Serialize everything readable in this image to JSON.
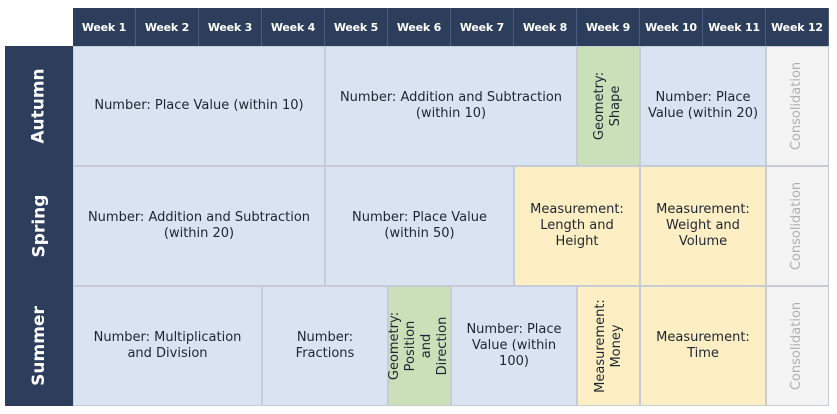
{
  "weeks": [
    "Week 1",
    "Week 2",
    "Week 3",
    "Week 4",
    "Week 5",
    "Week 6",
    "Week 7",
    "Week 8",
    "Week 9",
    "Week 10",
    "Week 11",
    "Week 12"
  ],
  "terms": [
    {
      "name": "Autumn",
      "blocks": [
        {
          "label": "Number: Place Value (within 10)",
          "weeks": 4,
          "color": "blue",
          "vertical": false
        },
        {
          "label": "Number: Addition and Subtraction (within 10)",
          "weeks": 4,
          "color": "blue",
          "vertical": false
        },
        {
          "label": "Geometry: Shape",
          "weeks": 1,
          "color": "green",
          "vertical": true
        },
        {
          "label": "Number: Place Value (within 20)",
          "weeks": 2,
          "color": "blue",
          "vertical": false
        },
        {
          "label": "Consolidation",
          "weeks": 1,
          "color": "grey",
          "vertical": true
        }
      ]
    },
    {
      "name": "Spring",
      "blocks": [
        {
          "label": "Number: Addition and Subtraction (within 20)",
          "weeks": 4,
          "color": "blue",
          "vertical": false
        },
        {
          "label": "Number: Place Value (within 50)",
          "weeks": 3,
          "color": "blue",
          "vertical": false
        },
        {
          "label": "Measurement: Length and Height",
          "weeks": 2,
          "color": "yellow",
          "vertical": false
        },
        {
          "label": "Measurement: Weight and Volume",
          "weeks": 2,
          "color": "yellow",
          "vertical": false
        },
        {
          "label": "Consolidation",
          "weeks": 1,
          "color": "grey",
          "vertical": true
        }
      ]
    },
    {
      "name": "Summer",
      "blocks": [
        {
          "label": "Number: Multiplication and Division",
          "weeks": 3,
          "color": "blue",
          "vertical": false
        },
        {
          "label": "Number: Fractions",
          "weeks": 2,
          "color": "blue",
          "vertical": false
        },
        {
          "label": "Geometry: Position and Direction",
          "weeks": 1,
          "color": "green",
          "vertical": true
        },
        {
          "label": "Number: Place Value (within 100)",
          "weeks": 2,
          "color": "blue",
          "vertical": false
        },
        {
          "label": "Measurement: Money",
          "weeks": 1,
          "color": "yellow",
          "vertical": true
        },
        {
          "label": "Measurement: Time",
          "weeks": 2,
          "color": "yellow",
          "vertical": false
        },
        {
          "label": "Consolidation",
          "weeks": 1,
          "color": "grey",
          "vertical": true
        }
      ]
    }
  ]
}
